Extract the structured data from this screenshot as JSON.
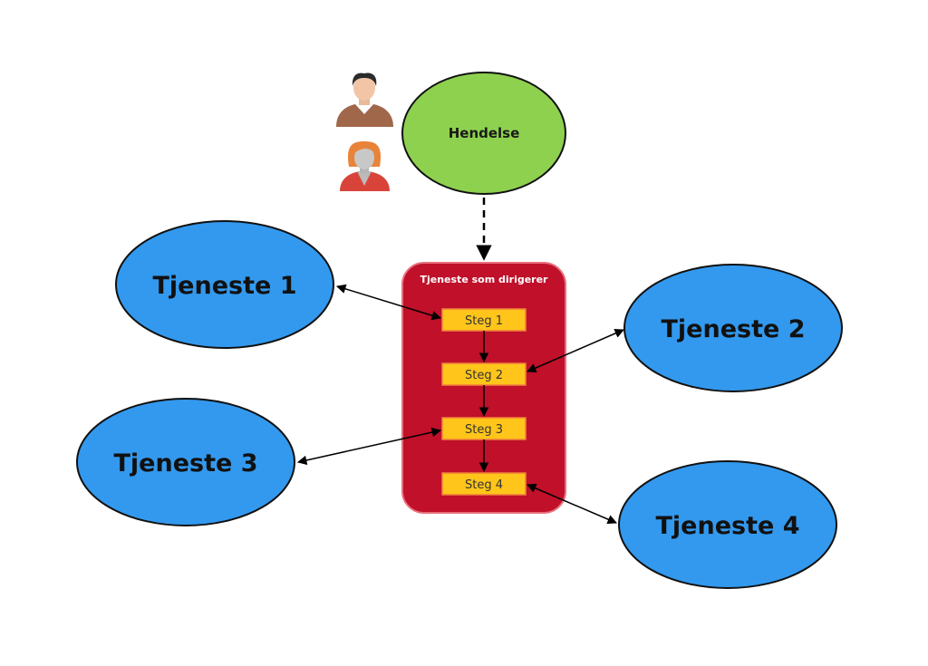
{
  "event": {
    "label": "Hendelse"
  },
  "orchestrator": {
    "title": "Tjeneste som dirigerer",
    "steps": [
      "Steg 1",
      "Steg 2",
      "Steg 3",
      "Steg 4"
    ]
  },
  "services": [
    {
      "label": "Tjeneste 1"
    },
    {
      "label": "Tjeneste 2"
    },
    {
      "label": "Tjeneste 3"
    },
    {
      "label": "Tjeneste 4"
    }
  ],
  "actors": [
    {
      "icon": "man-avatar-icon"
    },
    {
      "icon": "woman-avatar-icon"
    }
  ],
  "colors": {
    "event_fill": "#8ed14f",
    "service_fill": "#3399ee",
    "orchestrator_fill": "#c0102a",
    "orchestrator_border": "#e8707e",
    "step_fill": "#ffc51a",
    "step_border": "#f0803c",
    "outline": "#111111"
  }
}
